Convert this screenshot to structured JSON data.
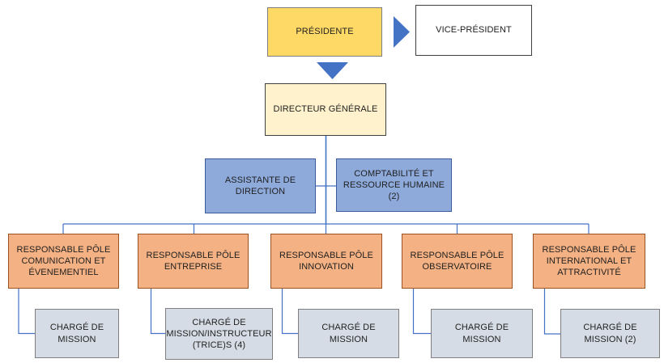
{
  "diagram": {
    "type": "org-chart",
    "language": "fr",
    "nodes": {
      "presidente": {
        "label": "PRÉSIDENTE",
        "fill": "#FFD966"
      },
      "vice_president": {
        "label": "VICE-PRÉSIDENT",
        "fill": "#FFFFFF"
      },
      "directeur_generale": {
        "label": "DIRECTEUR GÉNÉRALE",
        "fill": "#FFF2CC"
      },
      "assistante_direction": {
        "label": "ASSISTANTE DE DIRECTION",
        "fill": "#8EAADB"
      },
      "comptabilite_rh": {
        "label": "COMPTABILITÉ ET RESSOURCE HUMAINE (2)",
        "fill": "#8EAADB"
      },
      "pole_comunication": {
        "label": "RESPONSABLE PÔLE COMUNICATION ET ÉVENEMENTIEL",
        "fill": "#F4B183"
      },
      "pole_entreprise": {
        "label": "RESPONSABLE PÔLE ENTREPRISE",
        "fill": "#F4B183"
      },
      "pole_innovation": {
        "label": "RESPONSABLE PÔLE INNOVATION",
        "fill": "#F4B183"
      },
      "pole_observatoire": {
        "label": "RESPONSABLE PÔLE OBSERVATOIRE",
        "fill": "#F4B183"
      },
      "pole_international": {
        "label": "RESPONSABLE PÔLE INTERNATIONAL ET ATTRACTIVITÉ",
        "fill": "#F4B183"
      },
      "charge_comunication": {
        "label": "CHARGÉ DE MISSION",
        "fill": "#D6DCE5"
      },
      "charge_entreprise": {
        "label": "CHARGÉ DE MISSION/INSTRUCTEUR (TRICE)S (4)",
        "fill": "#D6DCE5"
      },
      "charge_innovation": {
        "label": "CHARGÉ DE MISSION",
        "fill": "#D6DCE5"
      },
      "charge_observatoire": {
        "label": "CHARGÉ DE MISSION",
        "fill": "#D6DCE5"
      },
      "charge_international": {
        "label": "CHARGÉ DE MISSION (2)",
        "fill": "#D6DCE5"
      }
    },
    "edges": [
      {
        "from": "presidente",
        "to": "vice_president",
        "style": "block-arrow-right"
      },
      {
        "from": "presidente",
        "to": "directeur_generale",
        "style": "block-arrow-down"
      },
      {
        "from": "directeur_generale",
        "to": "assistante_direction",
        "style": "line"
      },
      {
        "from": "directeur_generale",
        "to": "comptabilite_rh",
        "style": "line"
      },
      {
        "from": "directeur_generale",
        "to": "pole_comunication",
        "style": "line"
      },
      {
        "from": "directeur_generale",
        "to": "pole_entreprise",
        "style": "line"
      },
      {
        "from": "directeur_generale",
        "to": "pole_innovation",
        "style": "line"
      },
      {
        "from": "directeur_generale",
        "to": "pole_observatoire",
        "style": "line"
      },
      {
        "from": "directeur_generale",
        "to": "pole_international",
        "style": "line"
      },
      {
        "from": "pole_comunication",
        "to": "charge_comunication",
        "style": "elbow"
      },
      {
        "from": "pole_entreprise",
        "to": "charge_entreprise",
        "style": "elbow"
      },
      {
        "from": "pole_innovation",
        "to": "charge_innovation",
        "style": "elbow"
      },
      {
        "from": "pole_observatoire",
        "to": "charge_observatoire",
        "style": "elbow"
      },
      {
        "from": "pole_international",
        "to": "charge_international",
        "style": "elbow"
      }
    ],
    "connector_color": "#4472C4",
    "text_color": "#1F1F1F"
  }
}
